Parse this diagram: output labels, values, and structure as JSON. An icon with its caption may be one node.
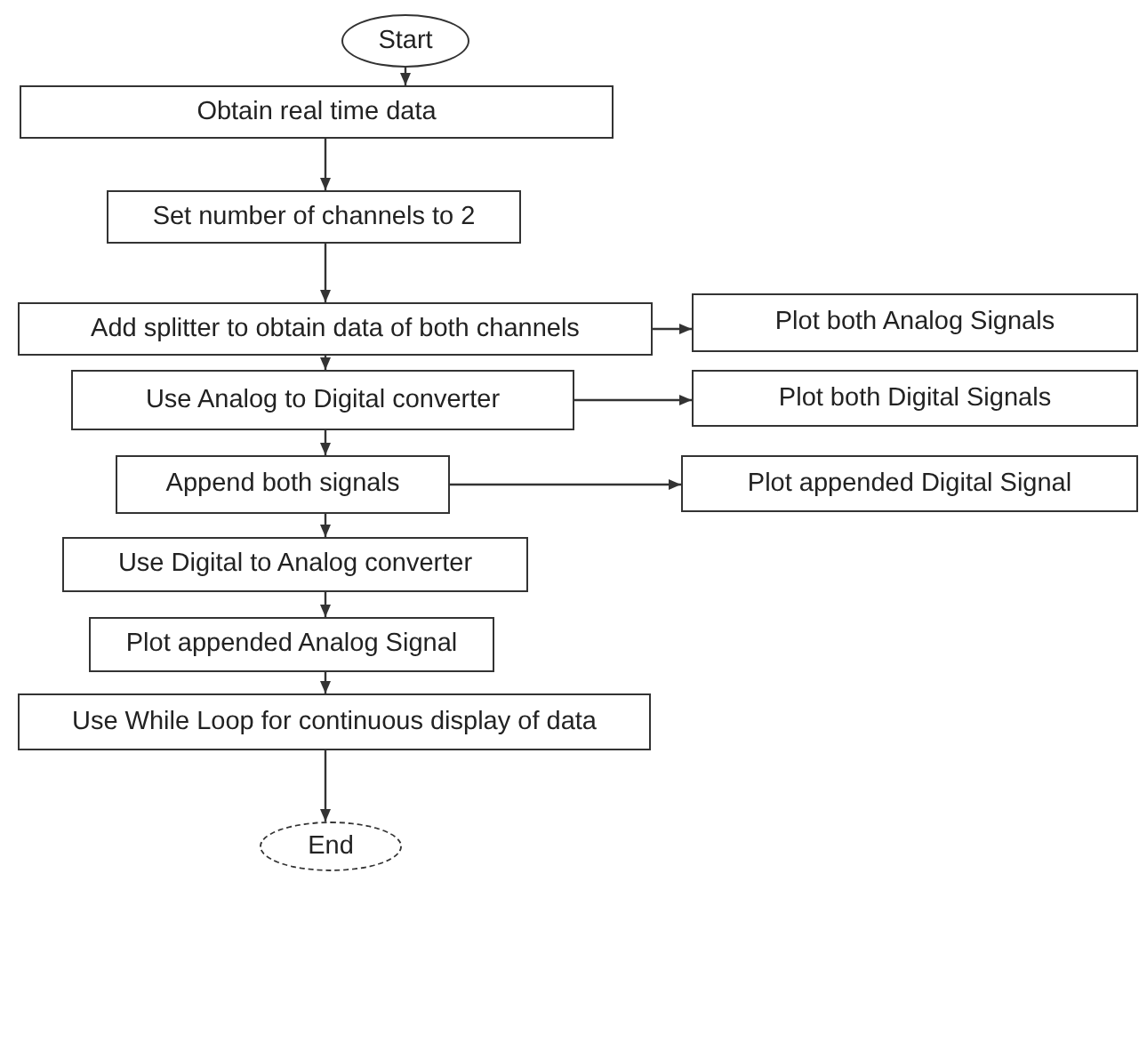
{
  "diagram": {
    "nodes": [
      {
        "text": [
          "Start"
        ]
      },
      {
        "text": [
          "Obtain real time data"
        ]
      },
      {
        "text": [
          "Set number of channels to 2"
        ]
      },
      {
        "text": [
          "Add splitter to obtain data of both channels"
        ]
      },
      {
        "text": [
          "Plot both Analog Signals"
        ]
      },
      {
        "text": [
          "Use Analog to Digital converter"
        ]
      },
      {
        "text": [
          "Plot both Digital Signals"
        ]
      },
      {
        "text": [
          "Append both signals"
        ]
      },
      {
        "text": [
          "Plot appended Digital Signal"
        ]
      },
      {
        "text": [
          "Use Digital to Analog converter"
        ]
      },
      {
        "text": [
          "Plot appended Analog Signal"
        ]
      },
      {
        "text": [
          "Use While Loop for continuous display of data"
        ]
      },
      {
        "text": [
          "End"
        ]
      }
    ],
    "edges": [
      {
        "from": 0,
        "to": 1,
        "arrow": "to"
      },
      {
        "from": 1,
        "to": 2,
        "arrow": "to"
      },
      {
        "from": 2,
        "to": 3,
        "arrow": "to"
      },
      {
        "from": 3,
        "to": 4,
        "arrow": "to"
      },
      {
        "from": 3,
        "to": 5,
        "arrow": "to"
      },
      {
        "from": 5,
        "to": 6,
        "arrow": "to"
      },
      {
        "from": 5,
        "to": 7,
        "arrow": "to"
      },
      {
        "from": 7,
        "to": 8,
        "arrow": "to"
      },
      {
        "from": 7,
        "to": 9,
        "arrow": "to"
      },
      {
        "from": 9,
        "to": 10,
        "arrow": "to"
      },
      {
        "from": 10,
        "to": 11,
        "arrow": "to"
      },
      {
        "from": 11,
        "to": 12,
        "arrow": "to"
      }
    ]
  }
}
